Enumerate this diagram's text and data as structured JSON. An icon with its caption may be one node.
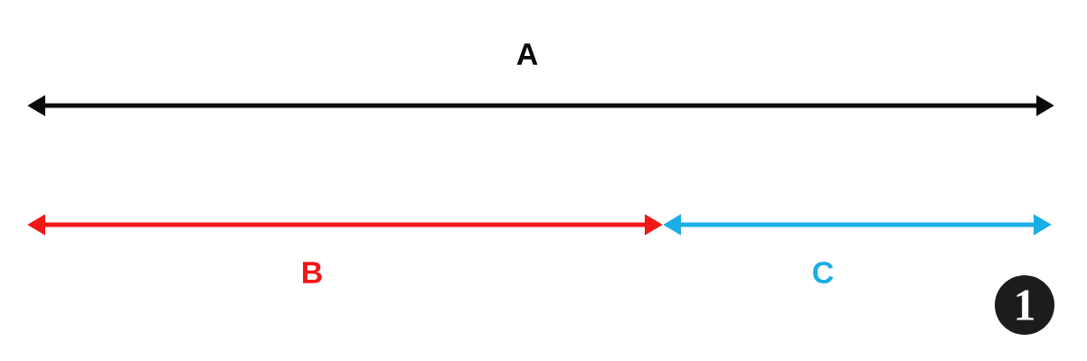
{
  "diagram": {
    "nodes": [
      {
        "text": [
          "1"
        ]
      }
    ],
    "labels": [
      "A",
      "B",
      "C"
    ]
  }
}
